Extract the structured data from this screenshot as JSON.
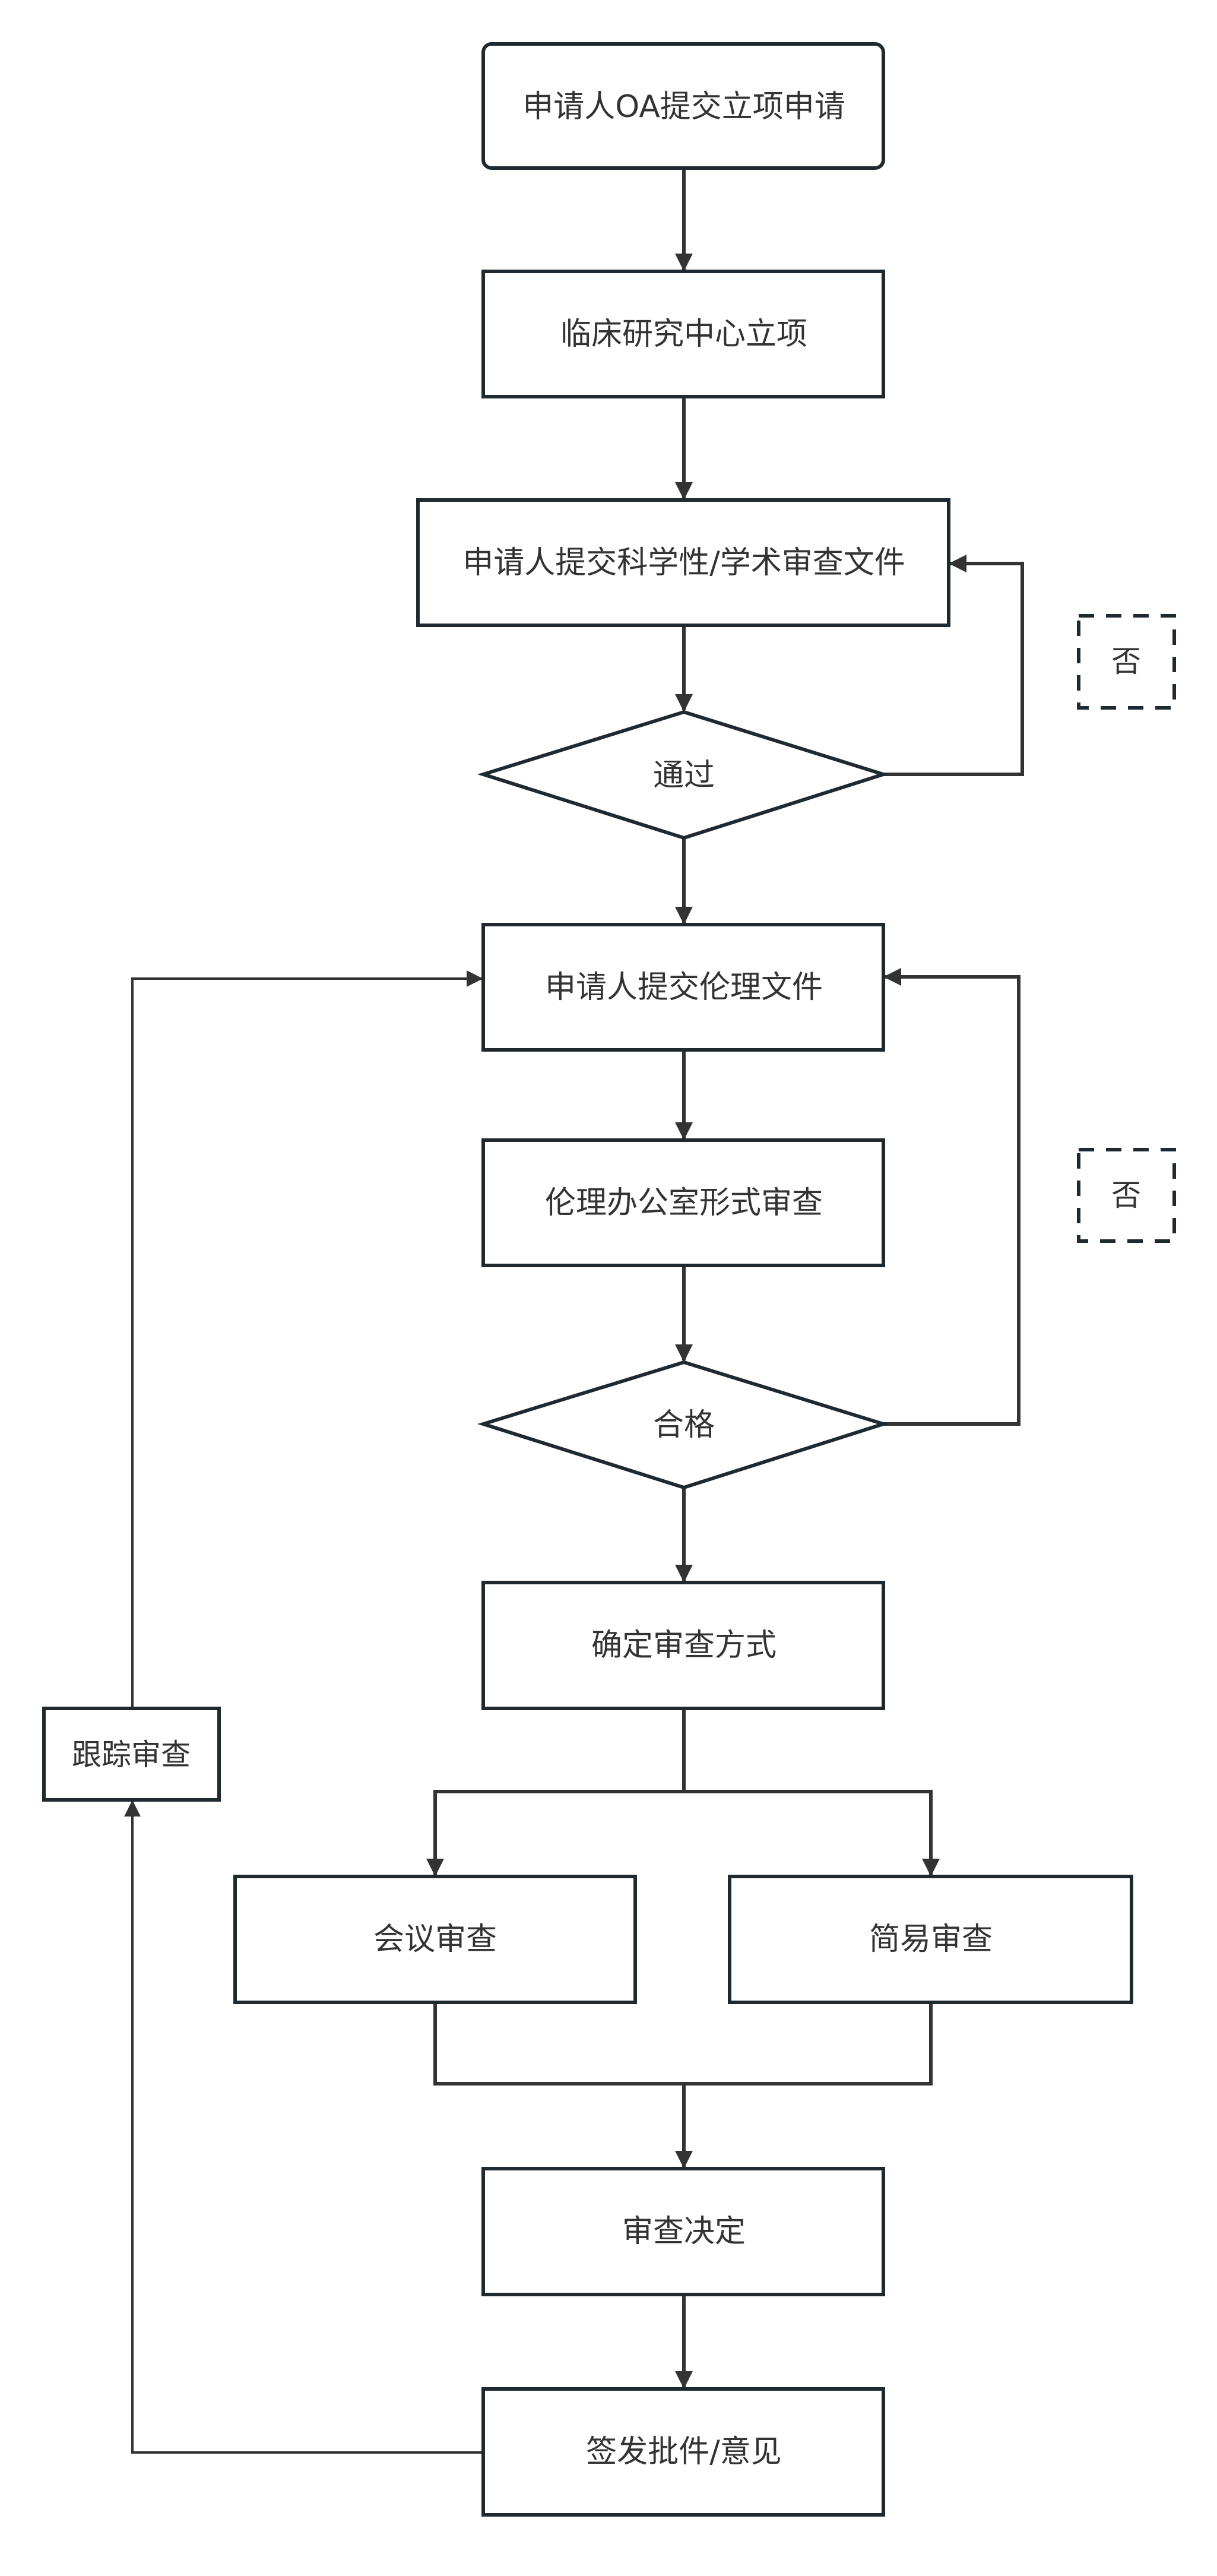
{
  "diagram": {
    "type": "flowchart",
    "colors": {
      "stroke": "#1f2a30",
      "edge": "#333333",
      "text": "#333333",
      "background": "#ffffff"
    },
    "nodes": {
      "submit_oa": "申请人OA提交立项申请",
      "center_approval": "临床研究中心立项",
      "submit_scientific": "申请人提交科学性/学术审查文件",
      "pass_decision": "通过",
      "no_label_1": "否",
      "submit_ethics": "申请人提交伦理文件",
      "formal_review": "伦理办公室形式审查",
      "qualified_decision": "合格",
      "no_label_2": "否",
      "determine_method": "确定审查方式",
      "meeting_review": "会议审查",
      "simple_review": "简易审查",
      "review_decision": "审查决定",
      "issue_approval": "签发批件/意见",
      "tracking_review": "跟踪审查"
    }
  }
}
